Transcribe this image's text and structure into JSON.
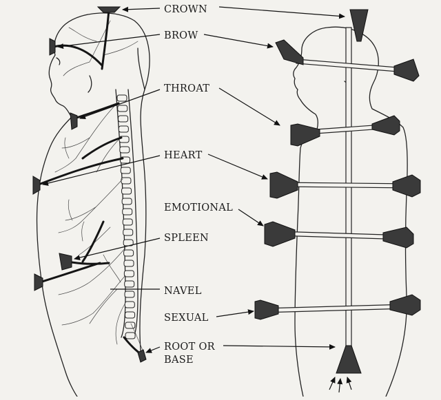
{
  "labels": {
    "crown": "CROWN",
    "brow": "BROW",
    "throat": "THROAT",
    "heart": "HEART",
    "emotional": "EMOTIONAL",
    "spleen": "SPLEEN",
    "navel": "NAVEL",
    "sexual": "SEXUAL",
    "root_line1": "ROOT OR",
    "root_line2": "BASE"
  }
}
